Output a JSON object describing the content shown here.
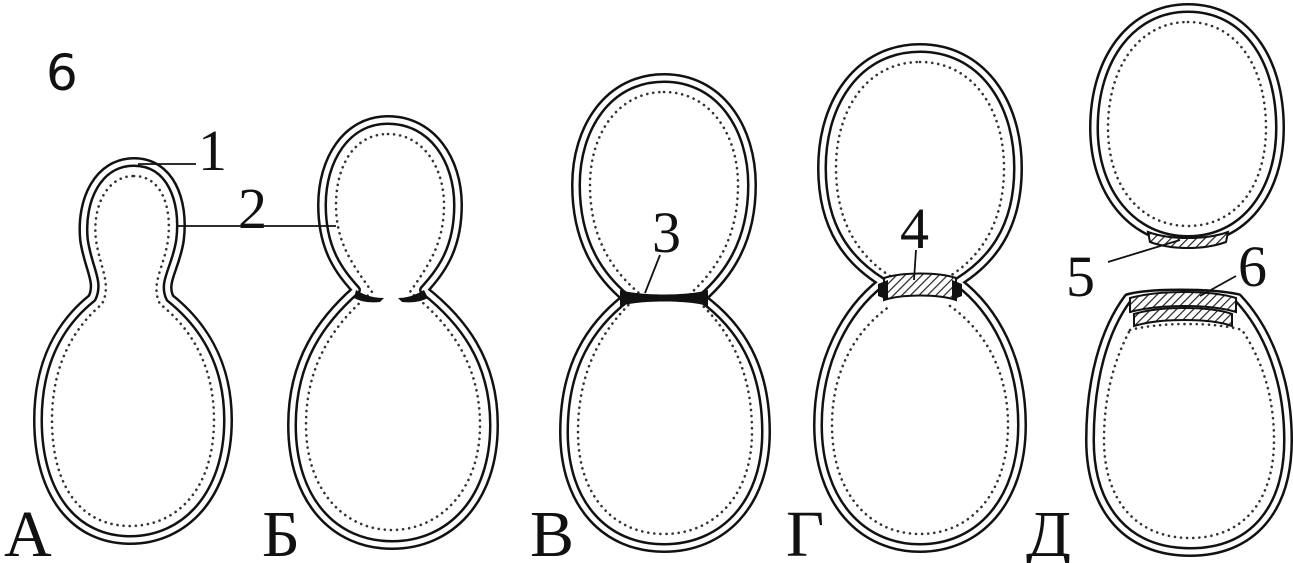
{
  "figure": {
    "number": "6"
  },
  "callouts": [
    "1",
    "2",
    "3",
    "4",
    "5",
    "6"
  ],
  "stages": [
    "А",
    "Б",
    "В",
    "Г",
    "Д"
  ]
}
